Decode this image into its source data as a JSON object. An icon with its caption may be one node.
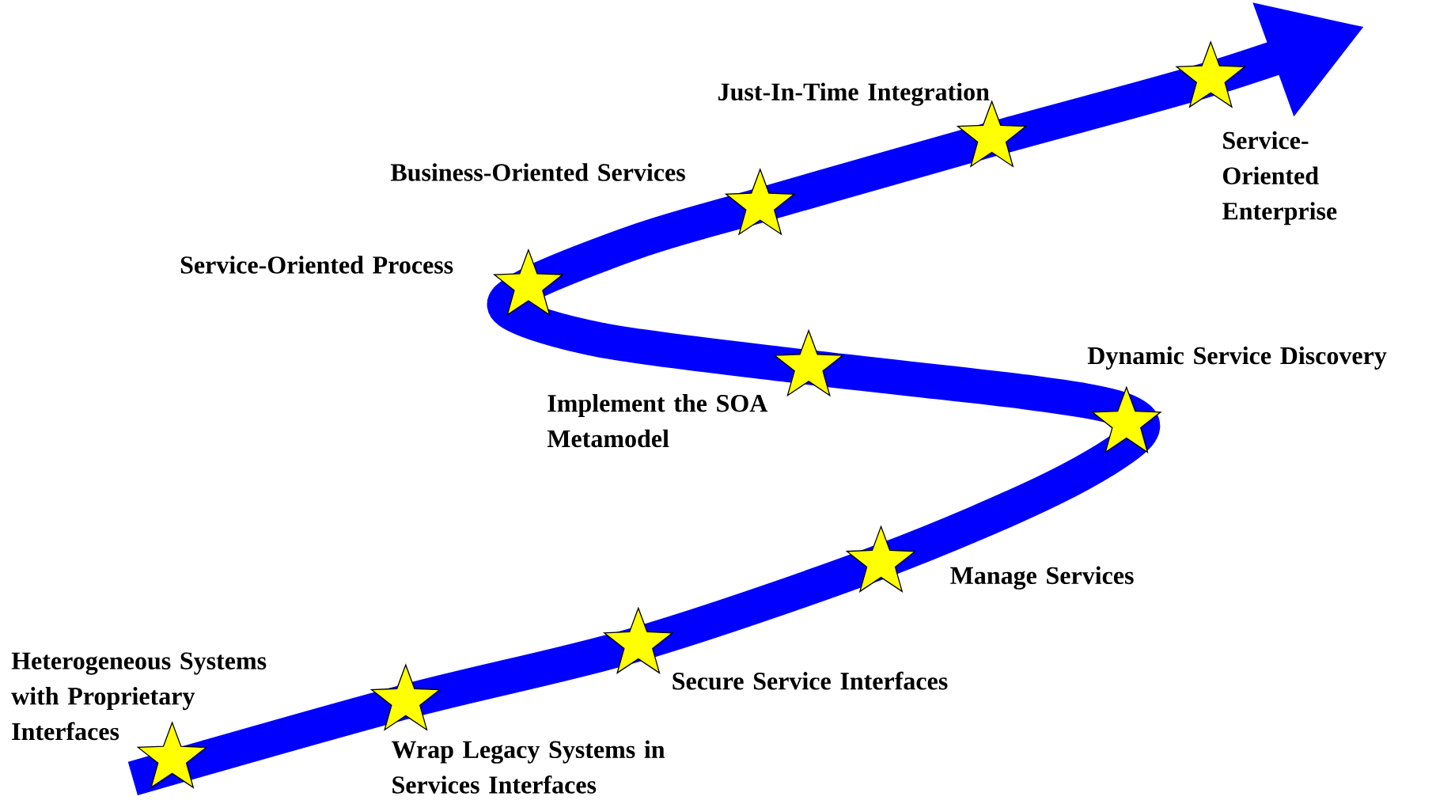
{
  "diagram": {
    "nodes": [
      {
        "text": [],
        "shape": "star",
        "beside": [
          "Heterogeneous Systems with Proprietary Interfaces"
        ]
      },
      {
        "text": [],
        "shape": "star",
        "beside": [
          "Wrap Legacy Systems in Services Interfaces"
        ]
      },
      {
        "text": [],
        "shape": "star",
        "beside": [
          "Secure Service Interfaces"
        ]
      },
      {
        "text": [],
        "shape": "star",
        "beside": [
          "Manage Services"
        ]
      },
      {
        "text": [],
        "shape": "star",
        "beside": [
          "Dynamic Service Discovery"
        ]
      },
      {
        "text": [],
        "shape": "star",
        "beside": [
          "Implement the SOA Metamodel"
        ]
      },
      {
        "text": [],
        "shape": "star",
        "beside": [
          "Service-Oriented Process"
        ]
      },
      {
        "text": [],
        "shape": "star",
        "beside": [
          "Business-Oriented Services"
        ]
      },
      {
        "text": [],
        "shape": "star",
        "beside": [
          "Just-In-Time Integration"
        ]
      },
      {
        "text": [],
        "shape": "star",
        "beside": [
          "Service-Oriented Enterprise"
        ]
      }
    ]
  }
}
